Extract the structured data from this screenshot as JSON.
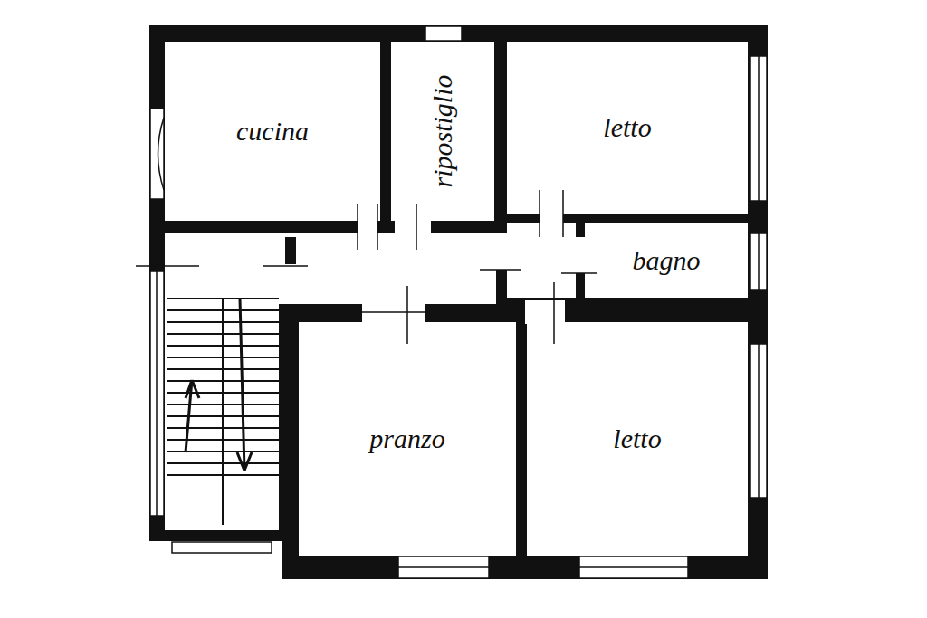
{
  "diagram": {
    "nodes": [
      {
        "text": [
          "cucina"
        ]
      },
      {
        "text": [
          "ripostiglio"
        ]
      },
      {
        "text": [
          "letto"
        ]
      },
      {
        "text": [
          "bagno"
        ]
      },
      {
        "text": [
          "pranzo"
        ]
      },
      {
        "text": [
          "letto"
        ]
      }
    ]
  }
}
